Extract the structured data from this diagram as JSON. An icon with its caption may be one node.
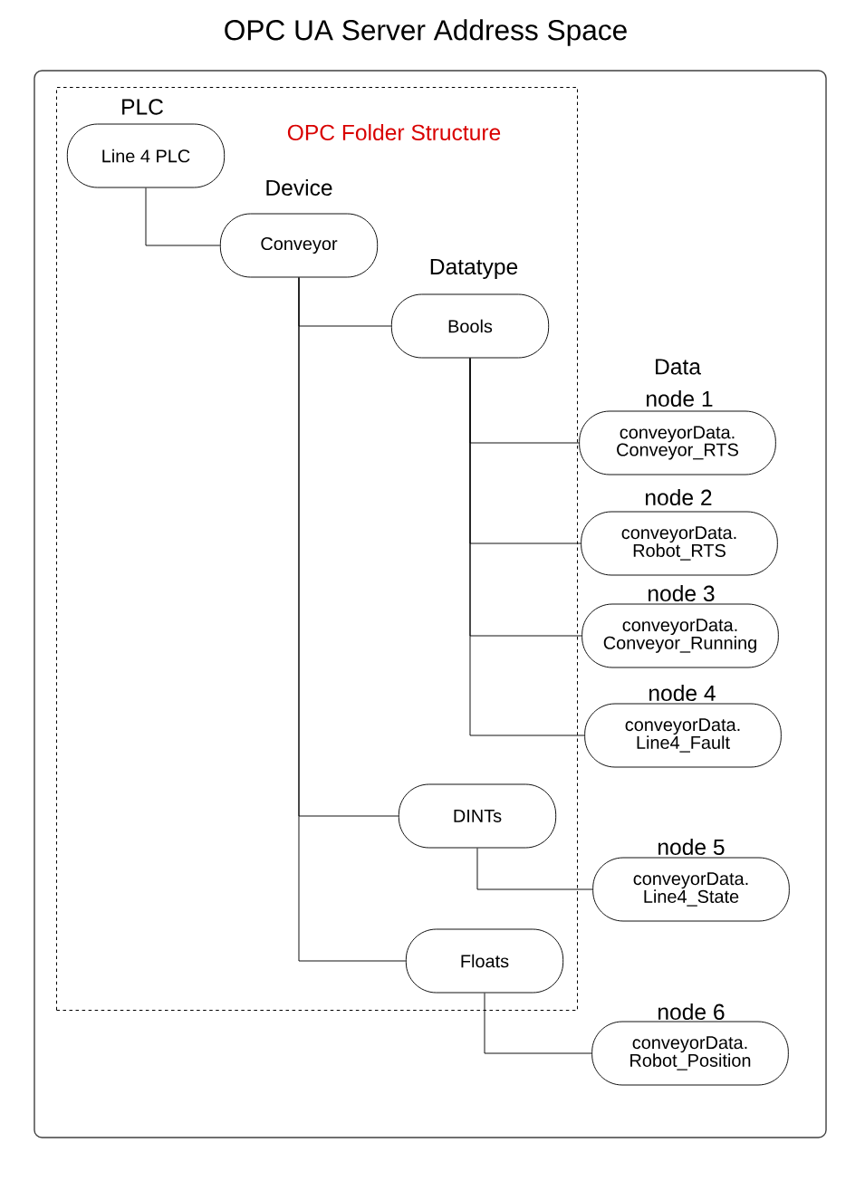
{
  "diagram": {
    "title": "OPC UA Server Address Space",
    "nodes": [
      {
        "text": [],
        "shape": "box"
      },
      {
        "text": [
          "OPC Folder Structure"
        ],
        "in": 0
      },
      {
        "text": [
          "PLC",
          "Line 4 PLC"
        ],
        "in": 1
      },
      {
        "text": [
          "Device",
          "Conveyor"
        ],
        "in": 1
      },
      {
        "text": [
          "Datatype",
          "Bools"
        ],
        "in": 1
      },
      {
        "text": [
          "node 1",
          "conveyorData. Conveyor_RTS"
        ],
        "in": 0
      },
      {
        "text": [
          "node 2",
          "conveyorData. Robot_RTS"
        ],
        "in": 0
      },
      {
        "text": [
          "node 3",
          "conveyorData. Conveyor_Running"
        ],
        "in": 0
      },
      {
        "text": [
          "node 4",
          "conveyorData. Line4_Fault"
        ],
        "in": 0
      },
      {
        "text": [
          "DINTs"
        ],
        "in": 1
      },
      {
        "text": [
          "node 5",
          "conveyorData. Line4_State"
        ],
        "in": 0
      },
      {
        "text": [
          "Floats"
        ],
        "in": 1
      },
      {
        "text": [
          "node 6",
          "conveyorData. Robot_Position"
        ],
        "in": 0
      }
    ],
    "edges": [
      {
        "from": 2,
        "to": 3,
        "arrow": "none"
      },
      {
        "from": 3,
        "to": 4,
        "arrow": "none"
      },
      {
        "from": 3,
        "to": 9,
        "arrow": "none"
      },
      {
        "from": 3,
        "to": 11,
        "arrow": "none"
      },
      {
        "from": 4,
        "to": 5,
        "arrow": "none"
      },
      {
        "from": 4,
        "to": 6,
        "arrow": "none"
      },
      {
        "from": 4,
        "to": 7,
        "arrow": "none"
      },
      {
        "from": 4,
        "to": 8,
        "arrow": "none"
      },
      {
        "from": 9,
        "to": 10,
        "arrow": "none"
      },
      {
        "from": 11,
        "to": 12,
        "arrow": "none"
      }
    ],
    "labels": [
      "Data"
    ]
  }
}
